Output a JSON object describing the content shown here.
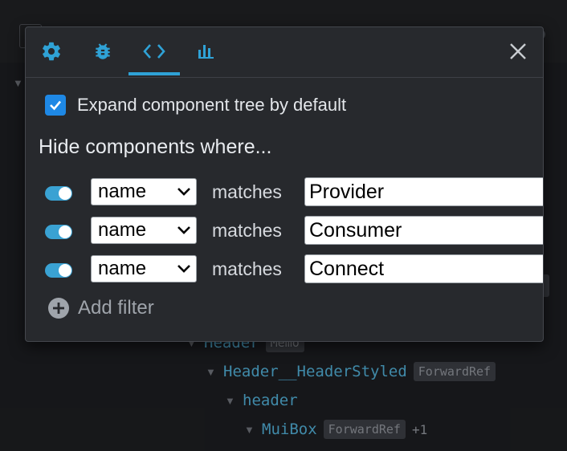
{
  "background": {
    "tree": [
      {
        "name": "Header",
        "badge": "Memo",
        "plus": ""
      },
      {
        "name": "Header__HeaderStyled",
        "badge": "ForwardRef",
        "plus": ""
      },
      {
        "name": "header",
        "badge": "",
        "plus": ""
      },
      {
        "name": "MuiBox",
        "badge": "ForwardRef",
        "plus": "+1"
      }
    ]
  },
  "modal": {
    "tabs": [
      {
        "name": "settings-general",
        "icon": "gear-icon"
      },
      {
        "name": "settings-debugging",
        "icon": "bug-icon"
      },
      {
        "name": "settings-components",
        "icon": "code-icon",
        "active": true
      },
      {
        "name": "settings-profiler",
        "icon": "bar-chart-icon"
      }
    ],
    "expand_label": "Expand component tree by default",
    "expand_checked": true,
    "section_title": "Hide components where...",
    "filters": [
      {
        "enabled": true,
        "field": "name",
        "operator": "matches",
        "value": "Provider"
      },
      {
        "enabled": true,
        "field": "name",
        "operator": "matches",
        "value": "Consumer"
      },
      {
        "enabled": true,
        "field": "name",
        "operator": "matches",
        "value": "Connect"
      }
    ],
    "add_filter_label": "Add filter"
  },
  "colors": {
    "accent": "#2fa2d6",
    "checkbox": "#1e88e5",
    "toggle": "#3aa2d3",
    "component_name": "#4fa9cf"
  }
}
